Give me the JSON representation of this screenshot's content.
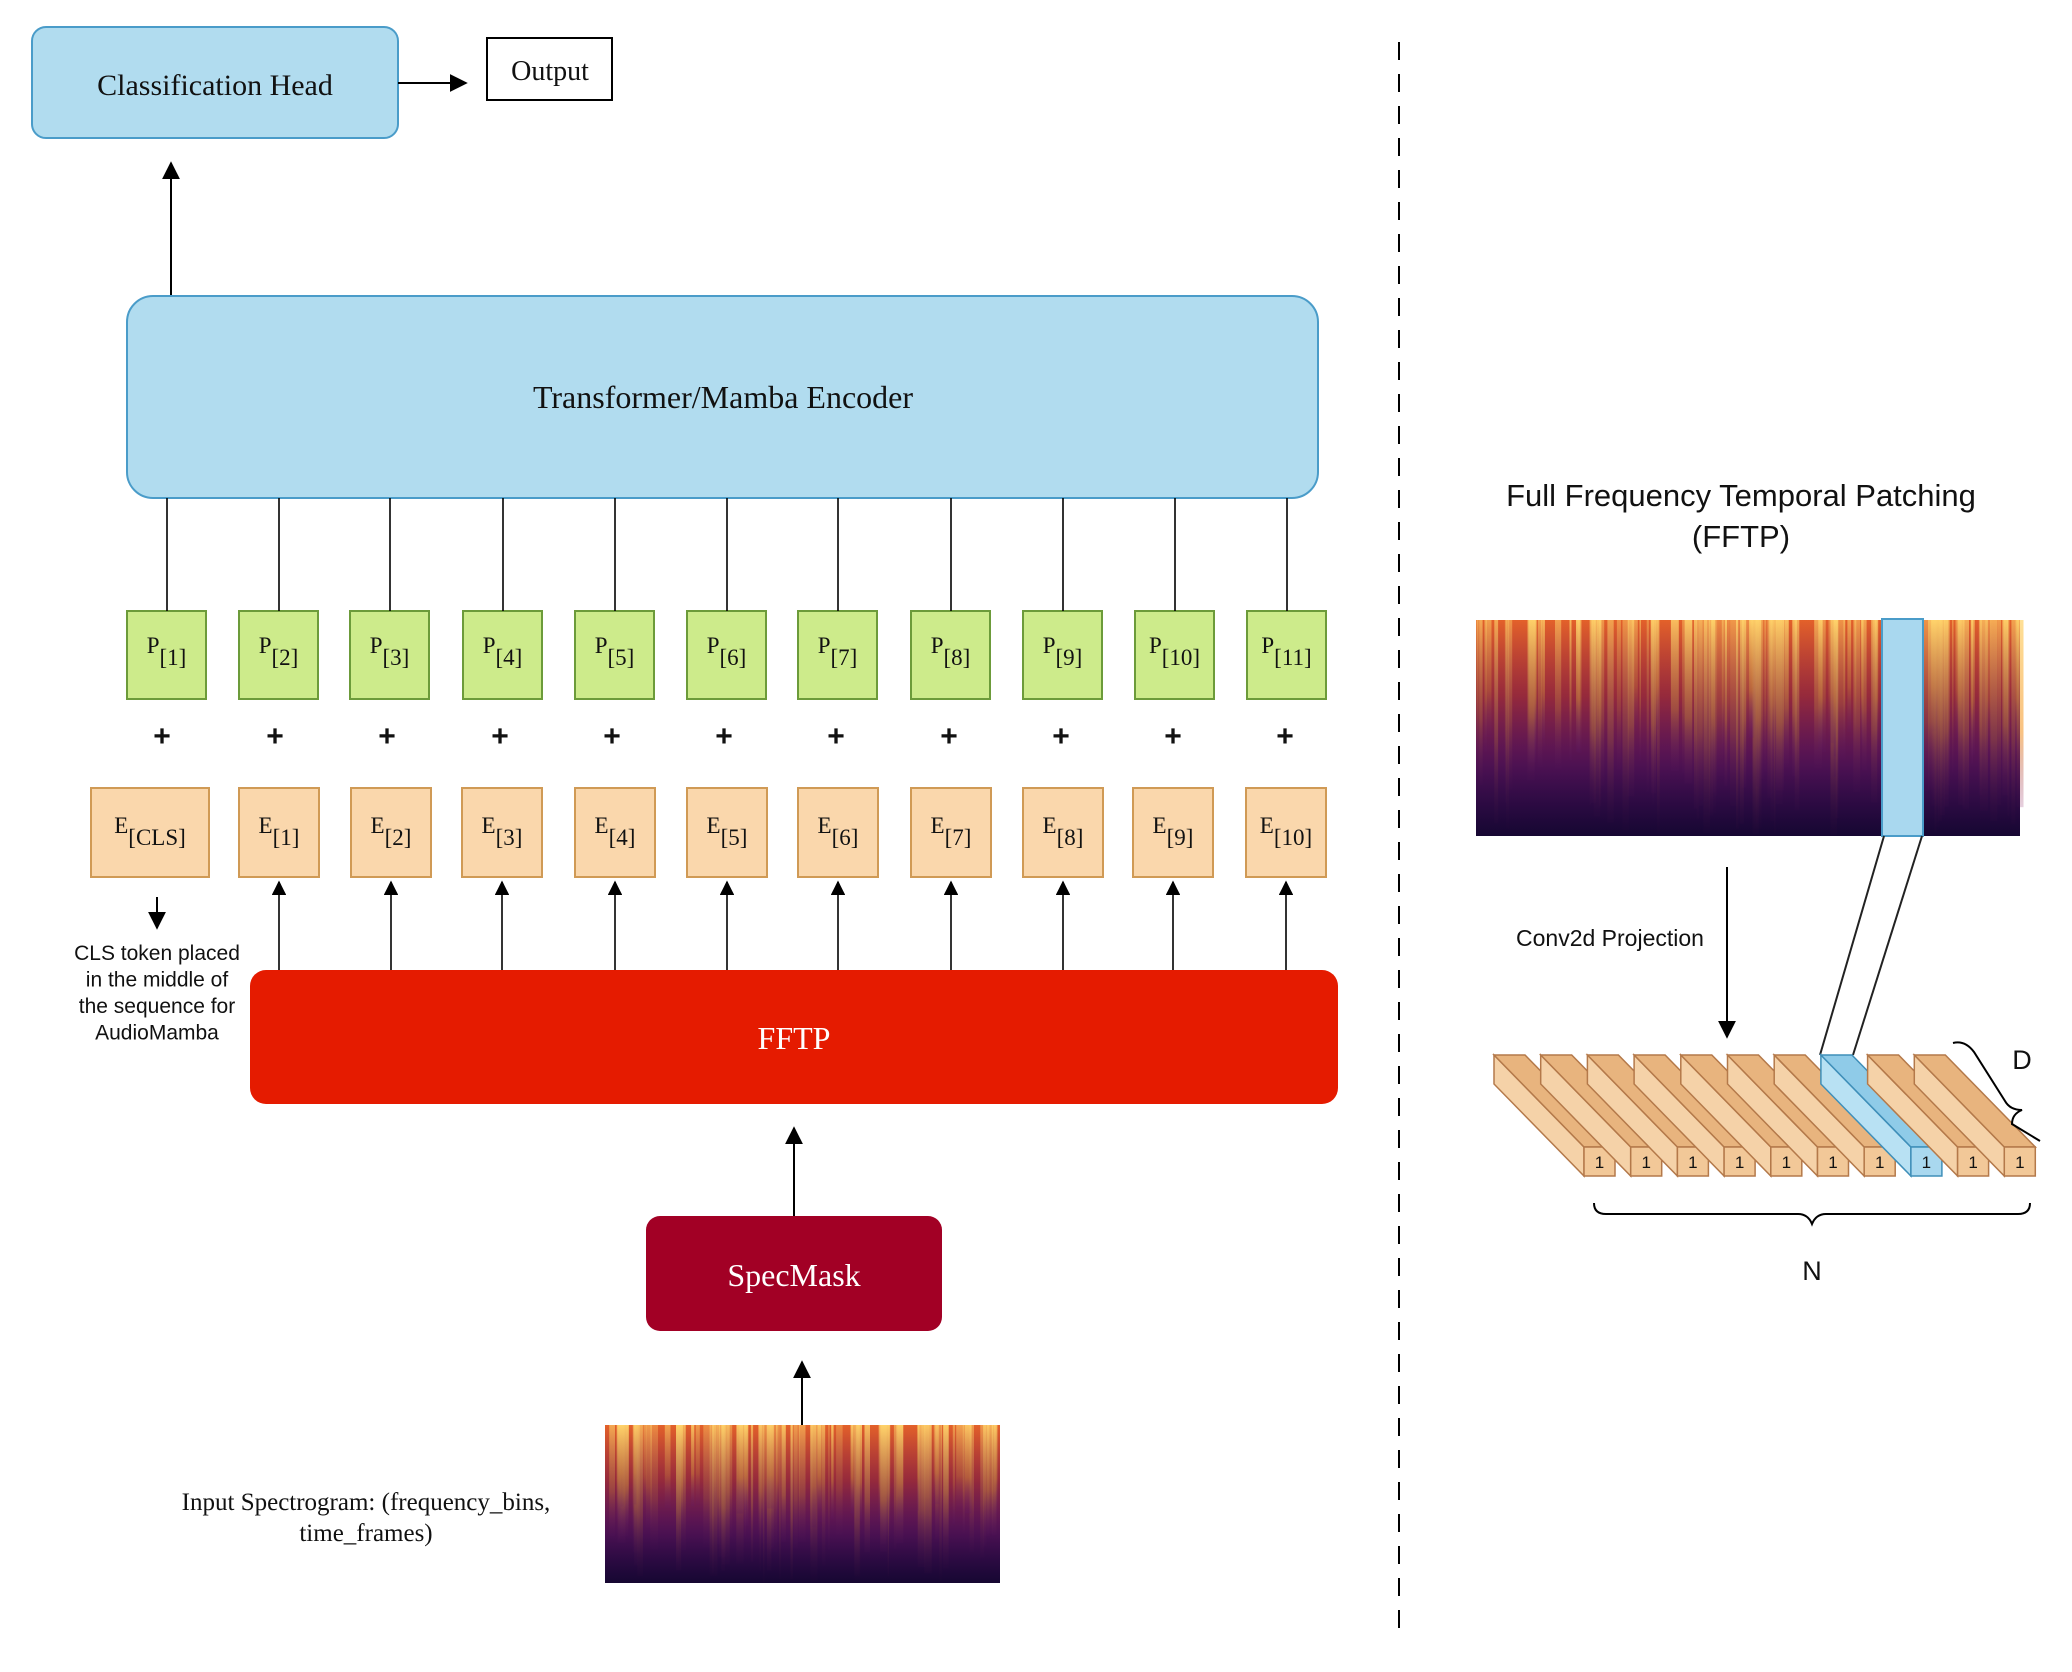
{
  "left_diagram": {
    "classification_head": "Classification Head",
    "output": "Output",
    "encoder": "Transformer/Mamba Encoder",
    "fftp_block": "FFTP",
    "specmask": "SpecMask",
    "input_label_line1": "Input Spectrogram: (frequency_bins,",
    "input_label_line2": "time_frames)",
    "cls_note": [
      "CLS token placed",
      "in the middle of",
      "the sequence for",
      "AudioMamba"
    ],
    "plus_symbol": "+",
    "position_tokens": [
      {
        "base": "P",
        "sub": "[1]"
      },
      {
        "base": "P",
        "sub": "[2]"
      },
      {
        "base": "P",
        "sub": "[3]"
      },
      {
        "base": "P",
        "sub": "[4]"
      },
      {
        "base": "P",
        "sub": "[5]"
      },
      {
        "base": "P",
        "sub": "[6]"
      },
      {
        "base": "P",
        "sub": "[7]"
      },
      {
        "base": "P",
        "sub": "[8]"
      },
      {
        "base": "P",
        "sub": "[9]"
      },
      {
        "base": "P",
        "sub": "[10]"
      },
      {
        "base": "P",
        "sub": "[11]"
      }
    ],
    "embedding_tokens": [
      {
        "base": "E",
        "sub": "[CLS]"
      },
      {
        "base": "E",
        "sub": "[1]"
      },
      {
        "base": "E",
        "sub": "[2]"
      },
      {
        "base": "E",
        "sub": "[3]"
      },
      {
        "base": "E",
        "sub": "[4]"
      },
      {
        "base": "E",
        "sub": "[5]"
      },
      {
        "base": "E",
        "sub": "[6]"
      },
      {
        "base": "E",
        "sub": "[7]"
      },
      {
        "base": "E",
        "sub": "[8]"
      },
      {
        "base": "E",
        "sub": "[9]"
      },
      {
        "base": "E",
        "sub": "[10]"
      }
    ]
  },
  "right_diagram": {
    "title_line1": "Full Frequency Temporal Patching",
    "title_line2": "(FFTP)",
    "conv_label": "Conv2d Projection",
    "patch_labels": [
      "1",
      "1",
      "1",
      "1",
      "1",
      "1",
      "1",
      "1",
      "1",
      "1"
    ],
    "highlighted_patch_index": 7,
    "dim_d": "D",
    "dim_n": "N"
  },
  "colors": {
    "head_fill": "#b1dcef",
    "head_stroke": "#4a9cc9",
    "p_fill": "#cdeb8b",
    "p_stroke": "#6c9b3a",
    "e_fill": "#fad7ac",
    "e_stroke": "#d09a55",
    "fftp_fill": "#e51b00",
    "specmask_fill": "#a20025",
    "patch_fill": "#f2c898",
    "patch_stroke": "#b4794a",
    "highlight_fill": "#a9d8ef"
  }
}
